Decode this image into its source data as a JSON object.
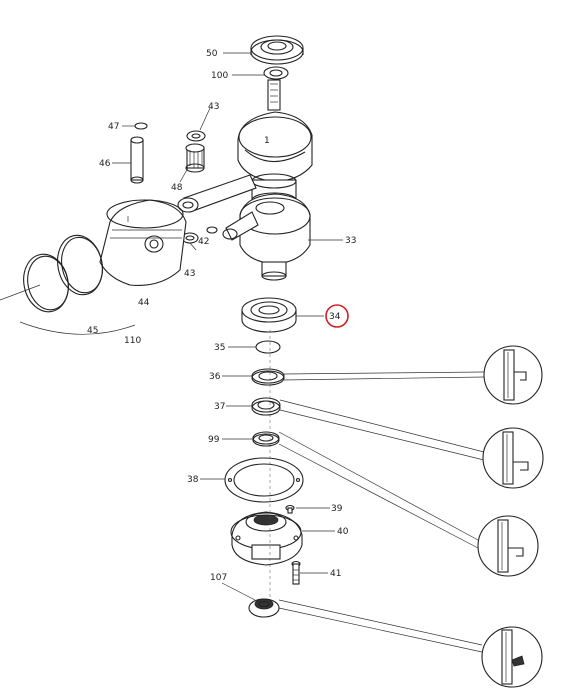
{
  "diagram": {
    "highlight_color": "#d42020",
    "line_color": "#222222",
    "parts": {
      "p50": "50",
      "p100": "100",
      "p1": "1",
      "p43a": "43",
      "p47": "47",
      "p46": "46",
      "p48": "48",
      "p42": "42",
      "p43b": "43",
      "p44": "44",
      "p45": "45",
      "p110": "110",
      "p33": "33",
      "p34": "34",
      "p35": "35",
      "p36": "36",
      "p37": "37",
      "p99": "99",
      "p38": "38",
      "p39": "39",
      "p40": "40",
      "p41": "41",
      "p107": "107"
    },
    "detail_views": [
      "seal-36-detail",
      "seal-37-detail",
      "seal-99-detail",
      "seal-107-detail"
    ]
  }
}
